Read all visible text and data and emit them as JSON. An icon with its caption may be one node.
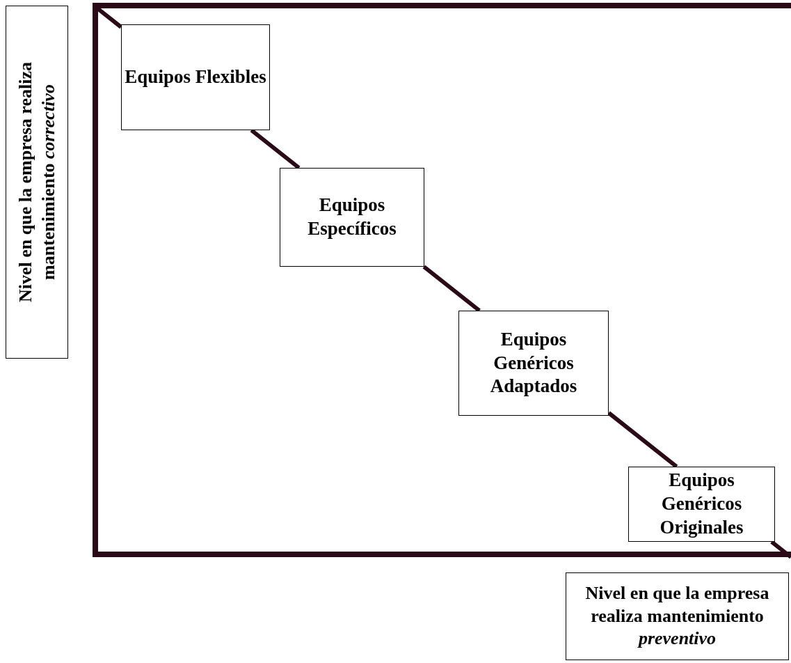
{
  "diagram": {
    "nodes": [
      {
        "text": [
          "Equipos Flexibles"
        ]
      },
      {
        "text": [
          "Equipos Específicos"
        ]
      },
      {
        "text": [
          "Equipos Genéricos Adaptados"
        ]
      },
      {
        "text": [
          "Equipos Genéricos Originales"
        ]
      },
      {
        "text": [
          "Nivel en que la empresa realiza mantenimiento *correctivo*"
        ]
      },
      {
        "text": [
          "Nivel en que la empresa realiza mantenimiento *preventivo*"
        ]
      }
    ],
    "edges": [
      {
        "from": null,
        "to": 0,
        "arrow": "none"
      },
      {
        "from": 0,
        "to": 1,
        "arrow": "none"
      },
      {
        "from": 1,
        "to": 2,
        "arrow": "none"
      },
      {
        "from": 2,
        "to": 3,
        "arrow": "none"
      },
      {
        "from": 3,
        "to": null,
        "arrow": "none"
      }
    ]
  }
}
